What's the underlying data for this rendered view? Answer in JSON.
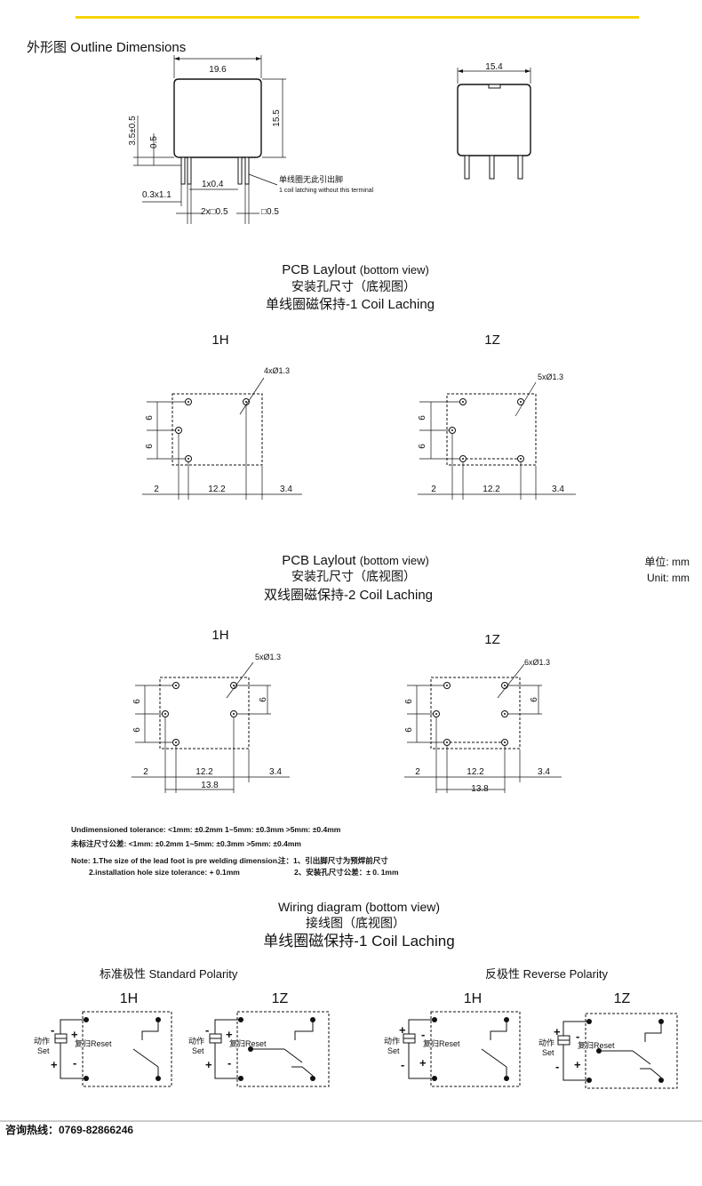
{
  "colors": {
    "accent_bar": "#f5d400",
    "ink": "#111111",
    "rule": "#9a9a9a"
  },
  "outline": {
    "title": "外形图 Outline Dimensions",
    "dim_width": "19.6",
    "dim_height": "15.5",
    "dim_pin_len": "3.5±0.5",
    "dim_offset": "0.5",
    "dim_pin_flat": "0.3x1.1",
    "dim_pin_sq": "1x0.4",
    "dim_two_sq": "2x□0.5",
    "dim_sq": "□0.5",
    "note_cn": "单线圈无此引出脚",
    "note_en": "1 coil latching without this terminal",
    "side_width": "15.4"
  },
  "pcb1": {
    "title_en_main": "PCB  Laylout",
    "title_en_sub": "(bottom view)",
    "title_cn": "安装孔尺寸（底视图）",
    "title_type": "单线圈磁保持-1 Coil Laching",
    "left": {
      "label": "1H",
      "holes": "4xØ1.3",
      "v1": "6",
      "v2": "6",
      "d1": "2",
      "d2": "12.2",
      "d3": "3.4"
    },
    "right": {
      "label": "1Z",
      "holes": "5xØ1.3",
      "v1": "6",
      "v2": "6",
      "d1": "2",
      "d2": "12.2",
      "d3": "3.4"
    }
  },
  "units": {
    "cn": "单位: mm",
    "en": "Unit: mm"
  },
  "pcb2": {
    "title_en_main": "PCB  Laylout",
    "title_en_sub": "(bottom view)",
    "title_cn": "安装孔尺寸（底视图）",
    "title_type": "双线圈磁保持-2 Coil Laching",
    "left": {
      "label": "1H",
      "holes": "5xØ1.3",
      "v1": "6",
      "v2": "6",
      "v3": "6",
      "d1": "2",
      "d2": "12.2",
      "d3": "3.4",
      "d4": "13.8"
    },
    "right": {
      "label": "1Z",
      "holes": "6xØ1.3",
      "v1": "6",
      "v2": "6",
      "v3": "6",
      "d1": "2",
      "d2": "12.2",
      "d3": "3.4",
      "d4": "13.8"
    }
  },
  "notes": {
    "tol_en": "Undimensioned tolerance: <1mm:  ±0.2mm  1~5mm:  ±0.3mm  >5mm:  ±0.4mm",
    "tol_cn": "未标注尺寸公差: <1mm:  ±0.2mm  1~5mm:  ±0.3mm  >5mm:  ±0.4mm",
    "note1_en": "Note: 1.The size of the lead foot is pre welding dimension.",
    "note1_cn": "注：1、引出脚尺寸为预焊前尺寸",
    "note2_en": "2.installation hole size tolerance: + 0.1mm",
    "note2_cn": "2、安装孔尺寸公差：± 0. 1mm"
  },
  "wiring": {
    "title_en": "Wiring diagram (bottom view)",
    "title_cn": "接线图（底视图）",
    "title_type": "单线圈磁保持-1 Coil Laching",
    "standard": "标准极性 Standard Polarity",
    "reverse": "反极性 Reverse Polarity",
    "label_1h": "1H",
    "label_1z": "1Z",
    "set_cn": "动作",
    "set_en": "Set",
    "reset_cn": "复归",
    "reset_en": "Reset",
    "plus": "+",
    "minus": "-"
  },
  "footer": {
    "hotline": "咨询热线：0769-82866246"
  }
}
